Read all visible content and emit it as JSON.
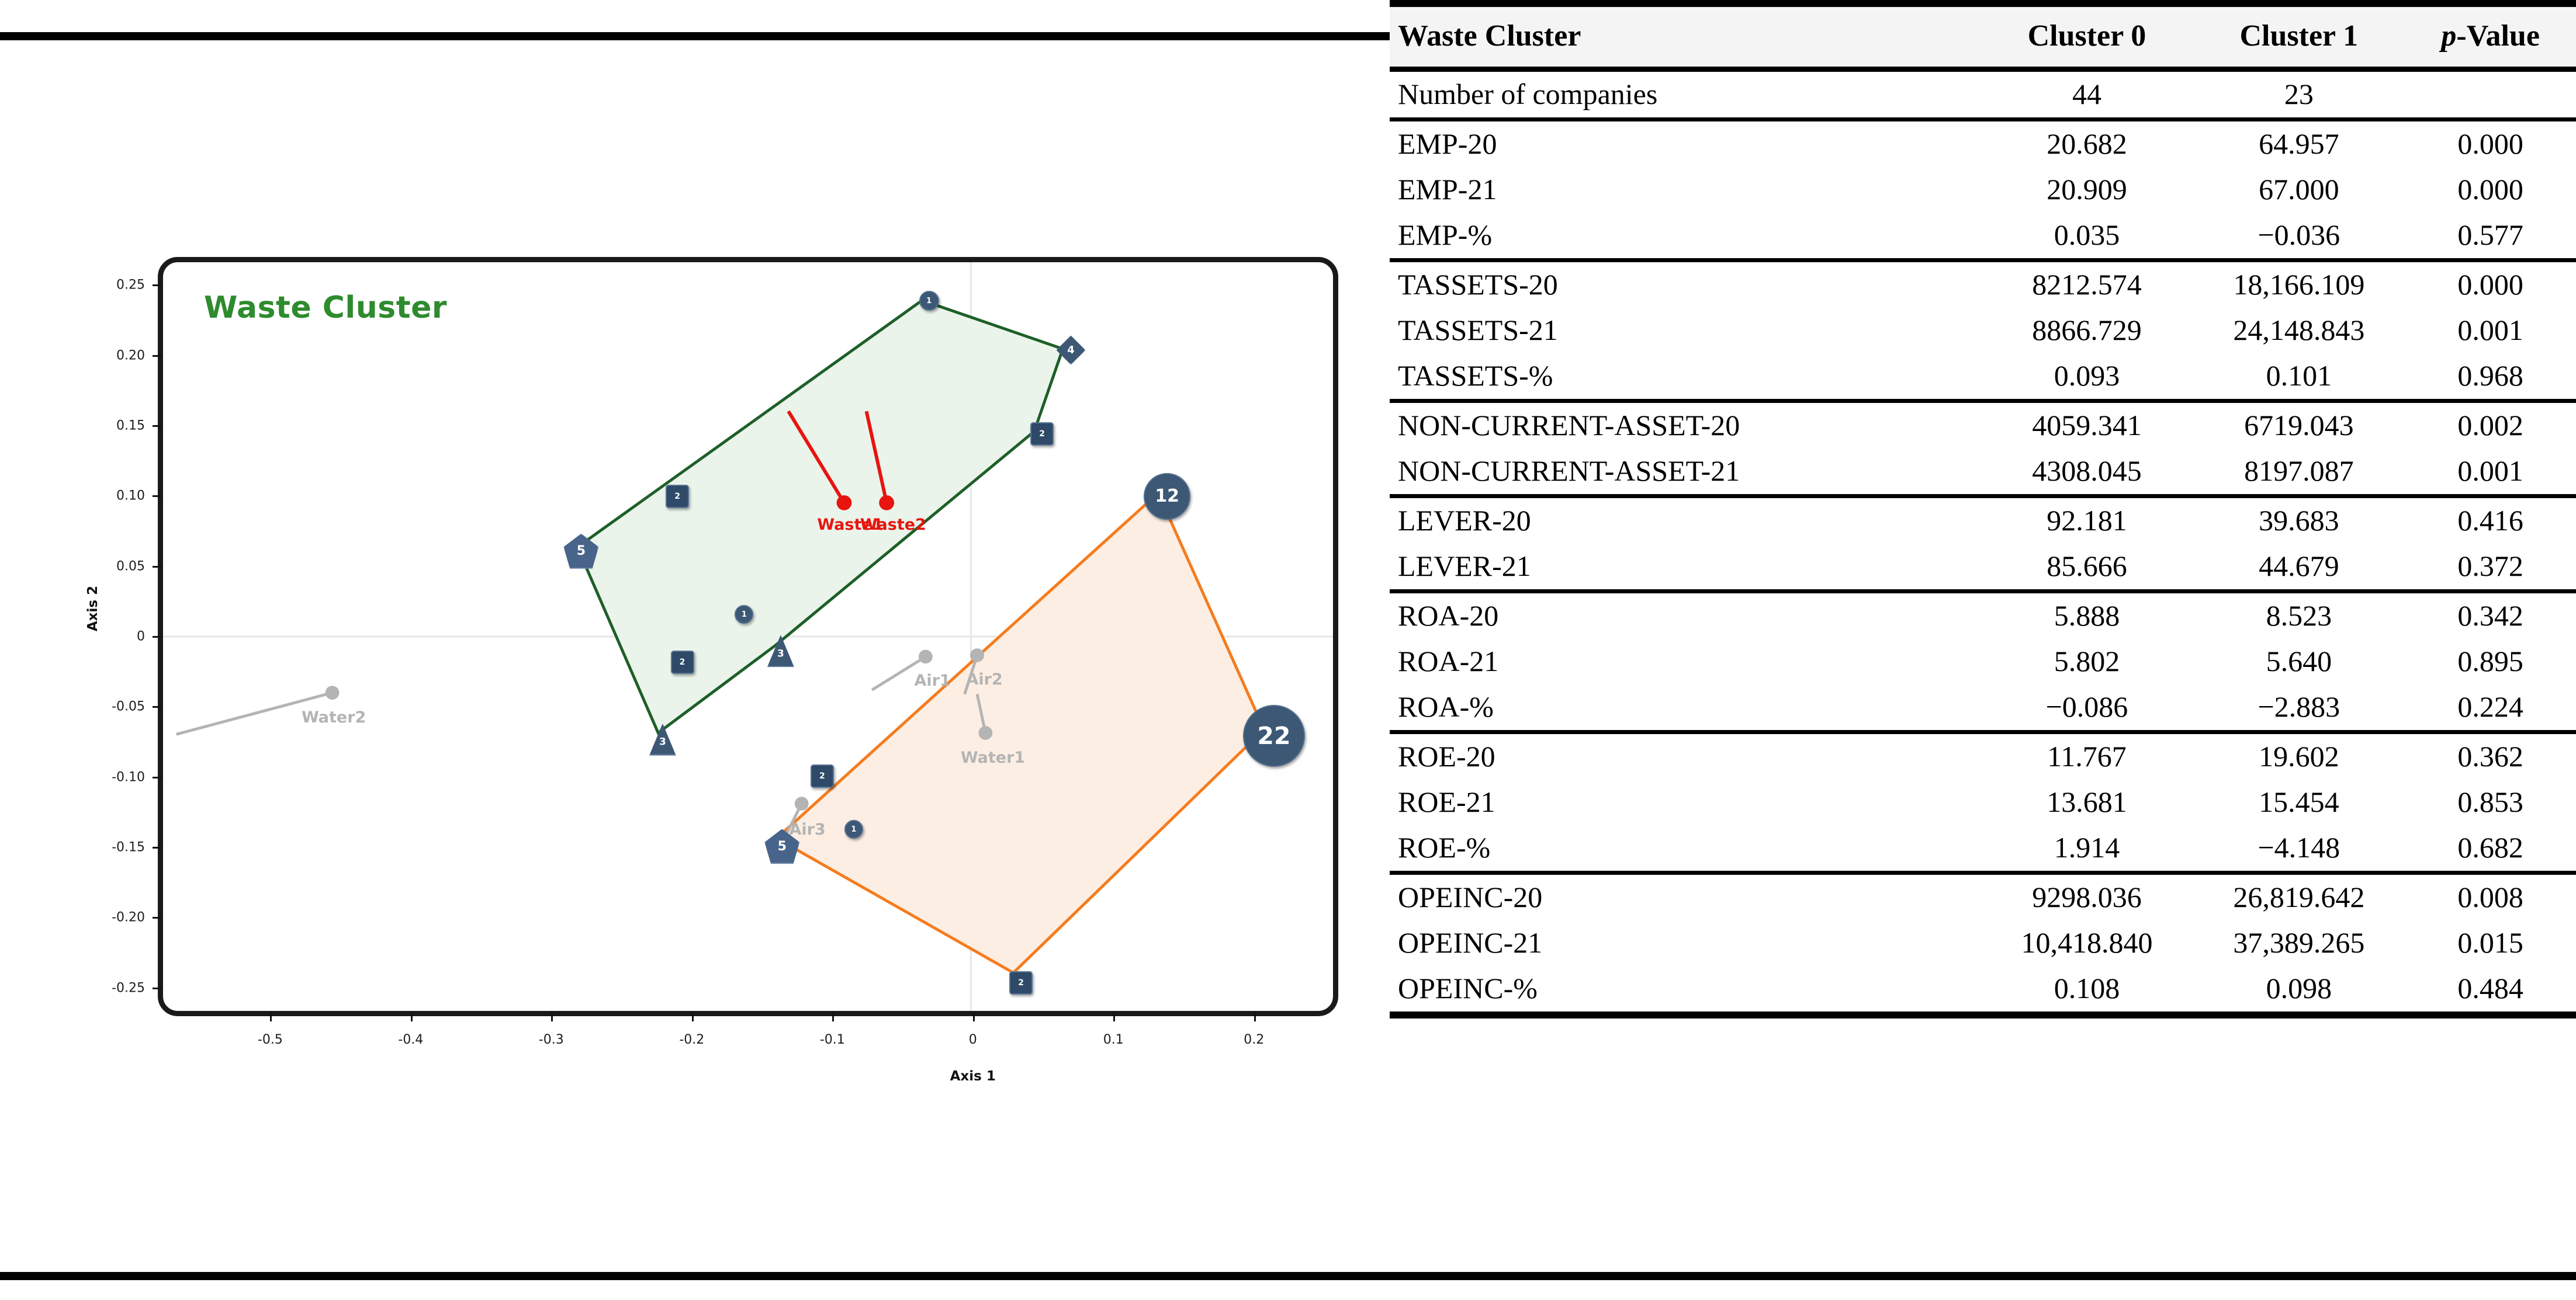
{
  "figure": {
    "chart_title": "Waste Cluster",
    "accent_green": "#2e8b2e",
    "cluster0_color": "#1e5f28",
    "cluster1_color": "#f57c1f",
    "highlight_color": "#e8140f",
    "muted_color": "#b4b4b4",
    "node_color": "#3d5875"
  },
  "chart_data": {
    "type": "scatter",
    "title": "Waste Cluster",
    "xlabel": "Axis 1",
    "ylabel": "Axis 2",
    "xlim": [
      -0.58,
      0.26
    ],
    "ylim": [
      -0.27,
      0.27
    ],
    "grid": false,
    "xticks": [
      "-0.5",
      "-0.4",
      "-0.3",
      "-0.2",
      "-0.1",
      "0",
      "0.1",
      "0.2"
    ],
    "xtick_values": [
      -0.5,
      -0.4,
      -0.3,
      -0.2,
      -0.1,
      0,
      0.1,
      0.2
    ],
    "yticks": [
      "0.25",
      "0.20",
      "0.15",
      "0.10",
      "0.05",
      "0",
      "-0.05",
      "-0.10",
      "-0.15",
      "-0.20",
      "-0.25"
    ],
    "ytick_values": [
      0.25,
      0.2,
      0.15,
      0.1,
      0.05,
      0,
      -0.05,
      -0.1,
      -0.15,
      -0.2,
      -0.25
    ],
    "hulls": [
      {
        "name": "Cluster 0",
        "stroke": "#1e5f28",
        "fill": "#eaf4ea",
        "points": [
          [
            -0.035,
            0.2425
          ],
          [
            0.066,
            0.2075
          ],
          [
            0.0455,
            0.148
          ],
          [
            -0.1405,
            -0.0065
          ],
          [
            -0.2245,
            -0.0695
          ],
          [
            -0.2825,
            0.0645
          ]
        ]
      },
      {
        "name": "Cluster 1",
        "stroke": "#f57c1f",
        "fill": "#fdeee3",
        "points": [
          [
            0.1345,
            0.1035
          ],
          [
            0.2105,
            -0.067
          ],
          [
            0.0305,
            -0.2425
          ],
          [
            -0.1395,
            -0.1455
          ]
        ]
      }
    ],
    "nodes": [
      {
        "label": "1",
        "shape": "circle",
        "x": -0.035,
        "y": 0.2425,
        "size": 30
      },
      {
        "label": "4",
        "shape": "diamond",
        "x": 0.066,
        "y": 0.2075,
        "size": 46
      },
      {
        "label": "2",
        "shape": "square",
        "x": 0.0455,
        "y": 0.148,
        "size": 36
      },
      {
        "label": "2",
        "shape": "square",
        "x": -0.214,
        "y": 0.1035,
        "size": 36
      },
      {
        "label": "5",
        "shape": "pentagon",
        "x": -0.2825,
        "y": 0.0645,
        "size": 56
      },
      {
        "label": "1",
        "shape": "circle",
        "x": -0.1665,
        "y": 0.0195,
        "size": 28
      },
      {
        "label": "3",
        "shape": "triangle",
        "x": -0.1405,
        "y": -0.0065,
        "size": 42
      },
      {
        "label": "2",
        "shape": "square",
        "x": -0.2105,
        "y": -0.0145,
        "size": 36
      },
      {
        "label": "3",
        "shape": "triangle",
        "x": -0.2245,
        "y": -0.0695,
        "size": 42
      },
      {
        "label": "12",
        "shape": "circle",
        "x": 0.1345,
        "y": 0.1035,
        "size": 76
      },
      {
        "label": "22",
        "shape": "circle",
        "x": 0.2105,
        "y": -0.067,
        "size": 102
      },
      {
        "label": "2",
        "shape": "square",
        "x": -0.111,
        "y": -0.0955,
        "size": 36
      },
      {
        "label": "5",
        "shape": "pentagon",
        "x": -0.1395,
        "y": -0.1455,
        "size": 56
      },
      {
        "label": "1",
        "shape": "circle",
        "x": -0.0885,
        "y": -0.1335,
        "size": 28
      },
      {
        "label": "2",
        "shape": "square",
        "x": 0.0305,
        "y": -0.2425,
        "size": 36
      }
    ],
    "variables": [
      {
        "name": "Waste1",
        "x": -0.091,
        "y": 0.0965,
        "style": "highlight",
        "tail_x": -0.131,
        "tail_y": 0.1625
      },
      {
        "name": "Waste2",
        "x": -0.0605,
        "y": 0.0965,
        "style": "highlight",
        "tail_x": -0.075,
        "tail_y": 0.1625
      },
      {
        "name": "Air1",
        "x": -0.0325,
        "y": -0.0145,
        "style": "muted",
        "tail_x": -0.071,
        "tail_y": -0.0385
      },
      {
        "name": "Air2",
        "x": 0.0045,
        "y": -0.0135,
        "style": "muted",
        "tail_x": -0.0045,
        "tail_y": -0.0415
      },
      {
        "name": "Air3",
        "x": -0.1215,
        "y": -0.1205,
        "style": "muted",
        "tail_x": -0.1375,
        "tail_y": -0.1525
      },
      {
        "name": "Water1",
        "x": 0.0105,
        "y": -0.0695,
        "style": "muted",
        "tail_x": 0.0045,
        "tail_y": -0.0415
      },
      {
        "name": "Water2",
        "x": -0.4585,
        "y": -0.0405,
        "style": "muted",
        "tail_x": -0.5705,
        "tail_y": -0.0705
      }
    ]
  },
  "table": {
    "columns": [
      "Waste Cluster",
      "Cluster 0",
      "Cluster 1",
      "p-Value"
    ],
    "pvalue_italic_prefix": "p",
    "pvalue_suffix": "-Value",
    "rows": [
      {
        "name": "Number of companies",
        "c0": "44",
        "c1": "23",
        "p": "",
        "group_end": true
      },
      {
        "name": "EMP-20",
        "c0": "20.682",
        "c1": "64.957",
        "p": "0.000"
      },
      {
        "name": "EMP-21",
        "c0": "20.909",
        "c1": "67.000",
        "p": "0.000"
      },
      {
        "name": "EMP-%",
        "c0": "0.035",
        "c1": "−0.036",
        "p": "0.577",
        "group_end": true
      },
      {
        "name": "TASSETS-20",
        "c0": "8212.574",
        "c1": "18,166.109",
        "p": "0.000"
      },
      {
        "name": "TASSETS-21",
        "c0": "8866.729",
        "c1": "24,148.843",
        "p": "0.001"
      },
      {
        "name": "TASSETS-%",
        "c0": "0.093",
        "c1": "0.101",
        "p": "0.968",
        "group_end": true
      },
      {
        "name": "NON-CURRENT-ASSET-20",
        "c0": "4059.341",
        "c1": "6719.043",
        "p": "0.002"
      },
      {
        "name": "NON-CURRENT-ASSET-21",
        "c0": "4308.045",
        "c1": "8197.087",
        "p": "0.001",
        "group_end": true
      },
      {
        "name": "LEVER-20",
        "c0": "92.181",
        "c1": "39.683",
        "p": "0.416"
      },
      {
        "name": "LEVER-21",
        "c0": "85.666",
        "c1": "44.679",
        "p": "0.372",
        "group_end": true
      },
      {
        "name": "ROA-20",
        "c0": "5.888",
        "c1": "8.523",
        "p": "0.342"
      },
      {
        "name": "ROA-21",
        "c0": "5.802",
        "c1": "5.640",
        "p": "0.895"
      },
      {
        "name": "ROA-%",
        "c0": "−0.086",
        "c1": "−2.883",
        "p": "0.224",
        "group_end": true
      },
      {
        "name": "ROE-20",
        "c0": "11.767",
        "c1": "19.602",
        "p": "0.362"
      },
      {
        "name": "ROE-21",
        "c0": "13.681",
        "c1": "15.454",
        "p": "0.853"
      },
      {
        "name": "ROE-%",
        "c0": "1.914",
        "c1": "−4.148",
        "p": "0.682",
        "group_end": true
      },
      {
        "name": "OPEINC-20",
        "c0": "9298.036",
        "c1": "26,819.642",
        "p": "0.008"
      },
      {
        "name": "OPEINC-21",
        "c0": "10,418.840",
        "c1": "37,389.265",
        "p": "0.015"
      },
      {
        "name": "OPEINC-%",
        "c0": "0.108",
        "c1": "0.098",
        "p": "0.484",
        "last": true
      }
    ]
  }
}
